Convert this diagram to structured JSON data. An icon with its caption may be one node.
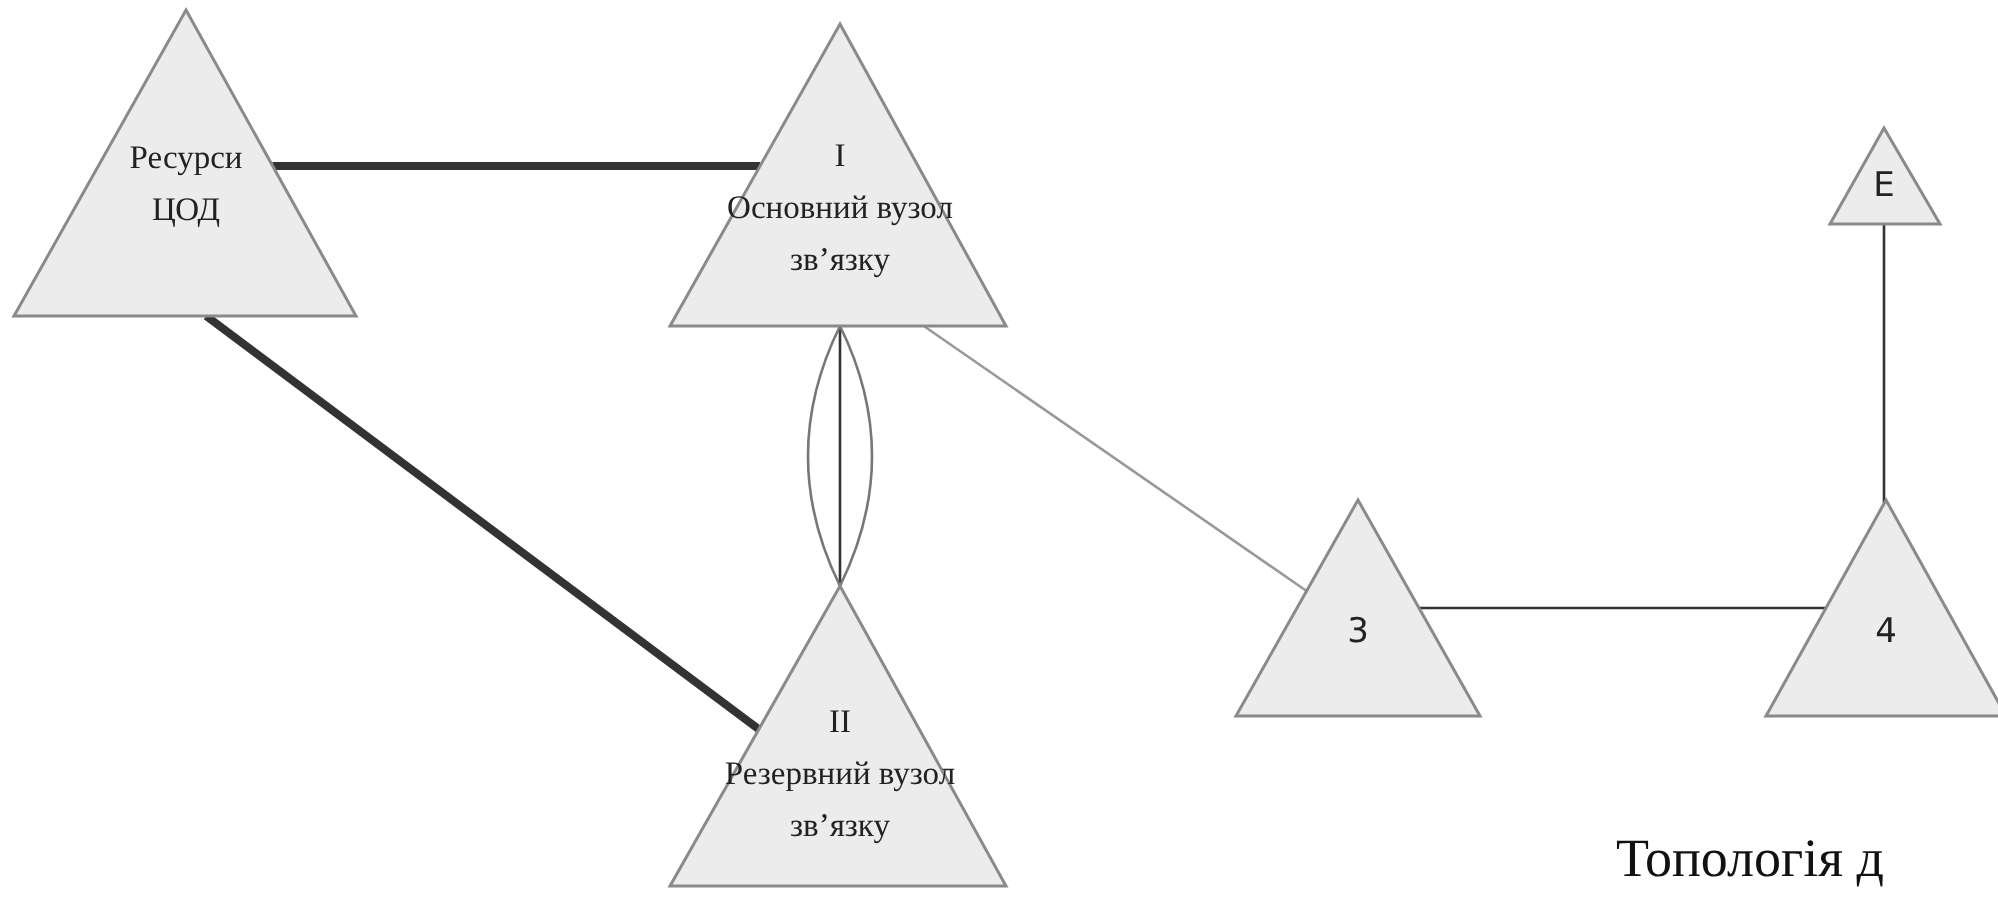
{
  "diagram": {
    "nodes": [
      {
        "text": [
          "Ресурси ЦОД"
        ]
      },
      {
        "text": [
          "I",
          "Основний вузол зв’язку"
        ]
      },
      {
        "text": [
          "II",
          "Резервний вузол зв’язку"
        ]
      },
      {
        "text": [
          "3"
        ]
      },
      {
        "text": [
          "4"
        ]
      },
      {
        "text": [
          "E"
        ]
      }
    ],
    "edges": [
      {
        "from": 0,
        "to": 1,
        "arrow": "none",
        "style": "thick"
      },
      {
        "from": 0,
        "to": 2,
        "arrow": "none",
        "style": "thick"
      },
      {
        "from": 1,
        "to": 2,
        "arrow": "none"
      },
      {
        "from": 1,
        "to": 2,
        "arrow": "none",
        "color": "#777777"
      },
      {
        "from": 1,
        "to": 2,
        "arrow": "none",
        "color": "#777777"
      },
      {
        "from": 1,
        "to": 3,
        "arrow": "none",
        "color": "#999999"
      },
      {
        "from": 3,
        "to": 4,
        "arrow": "none"
      },
      {
        "from": 4,
        "to": 5,
        "arrow": "none"
      }
    ],
    "labels": [
      "Топологія д"
    ]
  }
}
